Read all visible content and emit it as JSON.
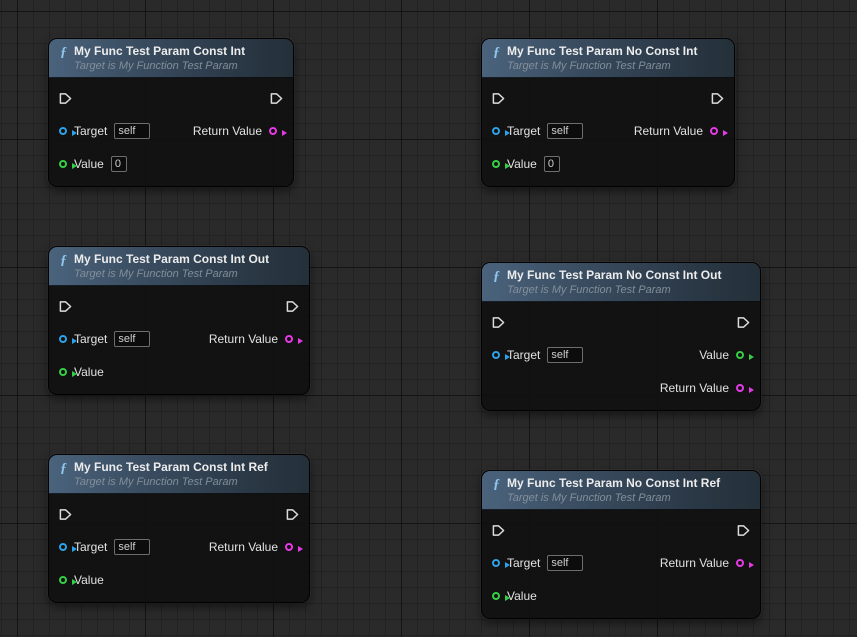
{
  "icons": {
    "function": "ƒ"
  },
  "colors": {
    "exec": "#dcdcdc",
    "target": "#2da2e8",
    "value": "#35cf45",
    "return": "#e63ae6"
  },
  "nodes": [
    {
      "title": "My Func Test Param Const Int",
      "subtitle": "Target is My Function Test Param",
      "target_label": "Target",
      "target_value": "self",
      "return_label": "Return Value",
      "value_label": "Value",
      "value_default": "0"
    },
    {
      "title": "My Func Test Param No Const Int",
      "subtitle": "Target is My Function Test Param",
      "target_label": "Target",
      "target_value": "self",
      "return_label": "Return Value",
      "value_label": "Value",
      "value_default": "0"
    },
    {
      "title": "My Func Test Param Const Int Out",
      "subtitle": "Target is My Function Test Param",
      "target_label": "Target",
      "target_value": "self",
      "return_label": "Return Value",
      "value_label": "Value"
    },
    {
      "title": "My Func Test Param No Const Int Out",
      "subtitle": "Target is My Function Test Param",
      "target_label": "Target",
      "target_value": "self",
      "value_label": "Value",
      "return_label": "Return Value"
    },
    {
      "title": "My Func Test Param Const Int Ref",
      "subtitle": "Target is My Function Test Param",
      "target_label": "Target",
      "target_value": "self",
      "return_label": "Return Value",
      "value_label": "Value"
    },
    {
      "title": "My Func Test Param No Const Int Ref",
      "subtitle": "Target is My Function Test Param",
      "target_label": "Target",
      "target_value": "self",
      "return_label": "Return Value",
      "value_label": "Value"
    }
  ]
}
